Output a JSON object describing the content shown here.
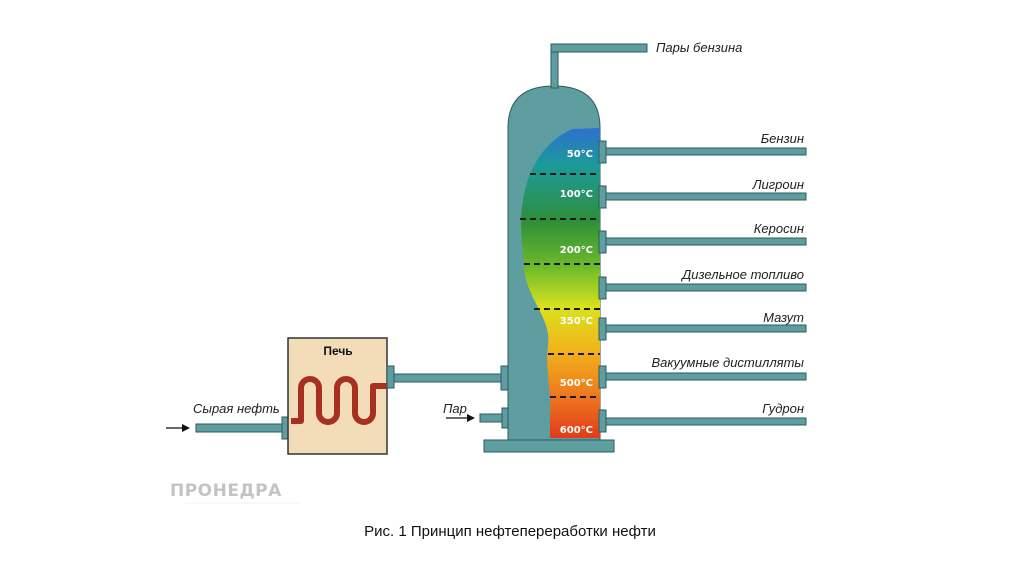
{
  "diagram": {
    "furnace_title": "Печь",
    "inputs": {
      "crude_oil": "Сырая нефть",
      "steam": "Пар"
    },
    "top_product": "Пары бензина",
    "fractions": [
      {
        "label": "Бензин",
        "temp": "50°C"
      },
      {
        "label": "Лигроин",
        "temp": "100°C"
      },
      {
        "label": "Керосин",
        "temp": "200°C"
      },
      {
        "label": "Дизельное топливо",
        "temp": "350°C"
      },
      {
        "label": "Мазут",
        "temp": "500°C"
      },
      {
        "label": "Вакуумные дистилляты",
        "temp": "600°C"
      },
      {
        "label": "Гудрон",
        "temp": ""
      }
    ],
    "watermark": "ПРОНЕДРА",
    "caption": "Рис. 1 Принцип нефтепереработки нефти"
  },
  "colors": {
    "pipe": "#5e9ea0",
    "pipe_outline": "#2f5b5b",
    "column": "#5e9ea0",
    "furnace_fill": "#f2ddb8",
    "coil": "#a83020"
  }
}
